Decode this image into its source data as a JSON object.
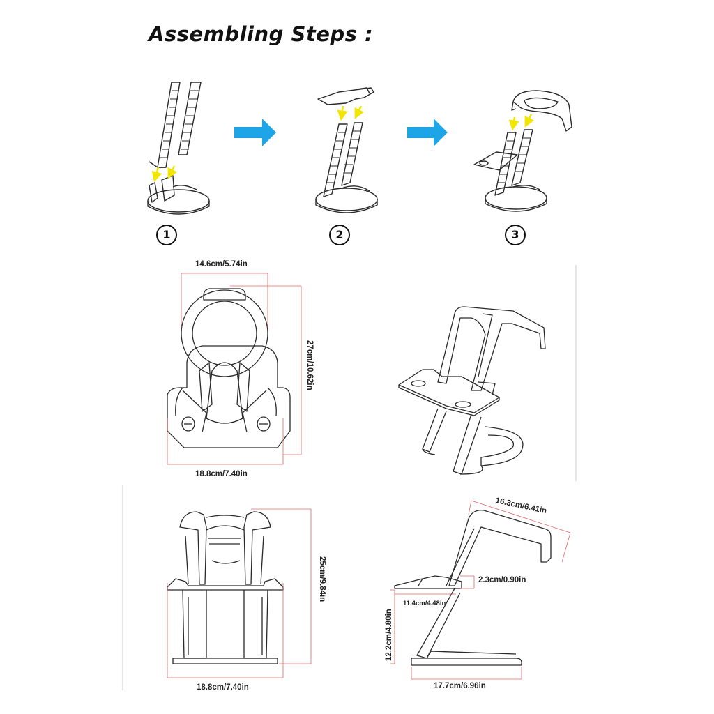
{
  "title": "Assembling Steps :",
  "steps": [
    {
      "number": "1"
    },
    {
      "number": "2"
    },
    {
      "number": "3"
    }
  ],
  "colors": {
    "arrow": "#1ea5e8",
    "insert_arrow": "#f2e600",
    "dimension_line": "#e06666",
    "outline": "#2a2a2a"
  },
  "dimensions": {
    "front_width_top": "14.6cm/5.74in",
    "front_height": "27cm/10.62in",
    "front_width_bottom": "18.8cm/7.40in",
    "side_height": "25cm/9.84in",
    "side_width": "18.8cm/7.40in",
    "profile_arm_length": "16.3cm/6.41in",
    "profile_tray_height": "2.3cm/0.90in",
    "profile_tray_length": "11.4cm/4.48in",
    "profile_height": "12.2cm/4.80in",
    "profile_base_length": "17.7cm/6.96in"
  }
}
